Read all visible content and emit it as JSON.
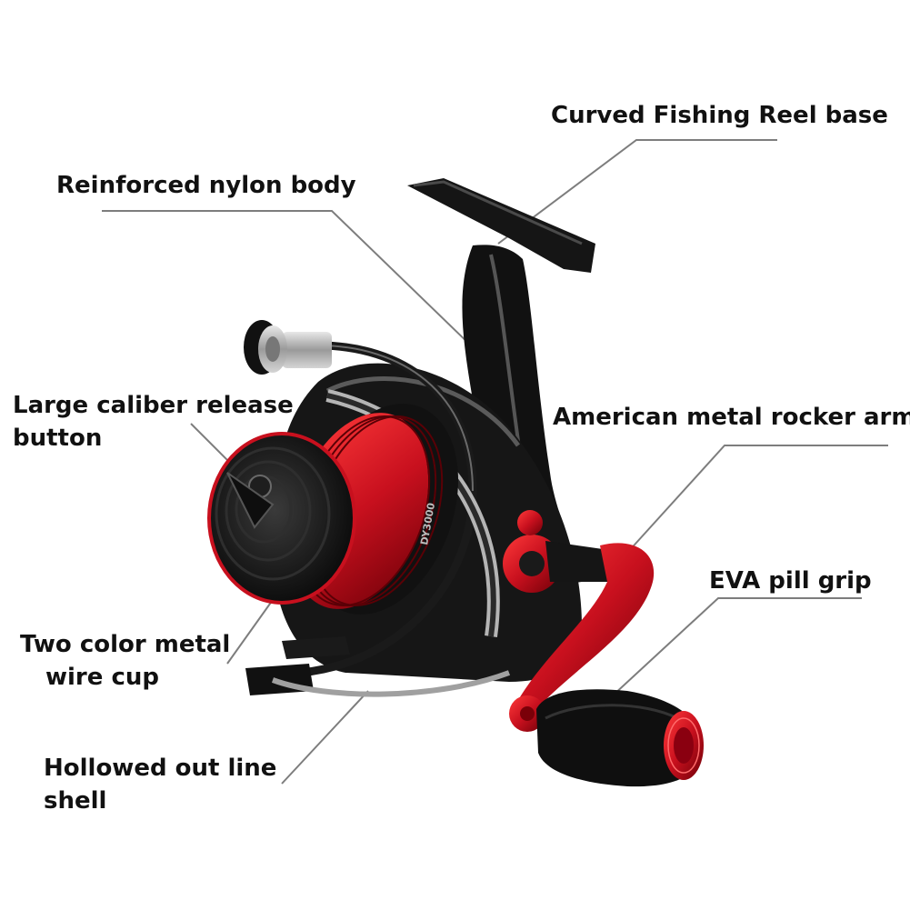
{
  "labels": {
    "curved_base": "Curved Fishing Reel base",
    "nylon_body": "Reinforced nylon body",
    "release_button_line1": "Large caliber release",
    "release_button_line2": "button",
    "rocker_arm": "American metal rocker arm",
    "pill_grip": "EVA pill grip",
    "wire_cup_line1": "Two color metal",
    "wire_cup_line2": "wire cup",
    "line_shell_line1": "Hollowed out line",
    "line_shell_line2": "shell"
  },
  "product": {
    "model": "DY3000"
  },
  "colors": {
    "accent_red": "#c8101e",
    "body_black": "#141414",
    "leader_gray": "#7d7d7d"
  }
}
